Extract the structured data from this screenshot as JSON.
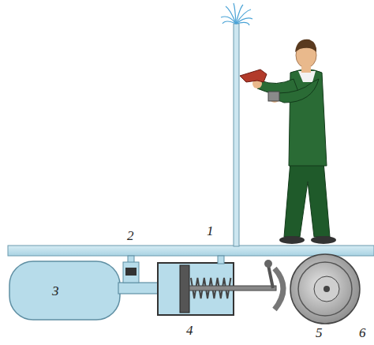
{
  "diagram": {
    "labels": [
      "2",
      "1",
      "3",
      "4",
      "5",
      "6"
    ]
  }
}
